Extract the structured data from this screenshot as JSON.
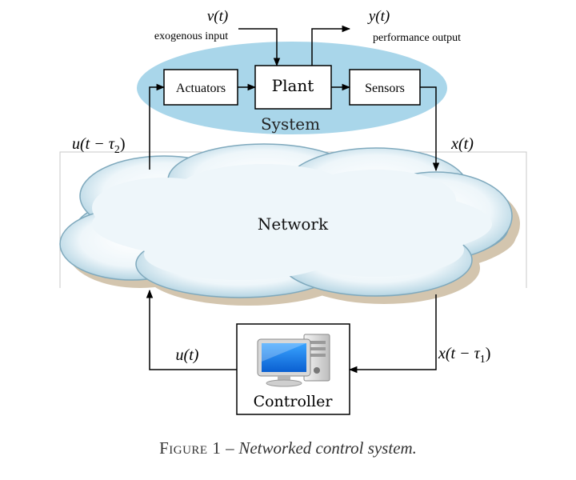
{
  "system": {
    "label": "System",
    "ellipse_color": "#a9d6ea"
  },
  "blocks": {
    "actuators": "Actuators",
    "plant": "Plant",
    "sensors": "Sensors",
    "controller": "Controller"
  },
  "network": {
    "label": "Network",
    "cloud_color": "#e6f2f7"
  },
  "signals": {
    "exogenous_symbol": "v(t)",
    "exogenous_label": "exogenous input",
    "performance_symbol": "y(t)",
    "performance_label": "performance output",
    "control_delayed": "u(t − τ",
    "control_delayed_sub": "2",
    "control_delayed_close": ")",
    "state": "x(t)",
    "control": "u(t)",
    "state_delayed": "x(t − τ",
    "state_delayed_sub": "1",
    "state_delayed_close": ")"
  },
  "caption": {
    "figure_label": "Figure 1 –",
    "title": "Networked control system."
  },
  "icons": {
    "controller_icon": "computer-icon"
  }
}
